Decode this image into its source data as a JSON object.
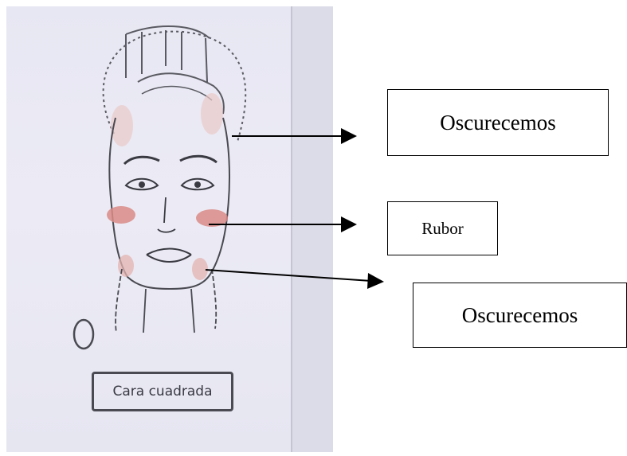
{
  "caption": "Cara cuadrada",
  "labels": {
    "top": "Oscurecemos",
    "middle": "Rubor",
    "bottom": "Oscurecemos"
  },
  "colors": {
    "paper": "#e8e8f3",
    "blush": "#d98b86",
    "sketch": "#4a4a52"
  }
}
